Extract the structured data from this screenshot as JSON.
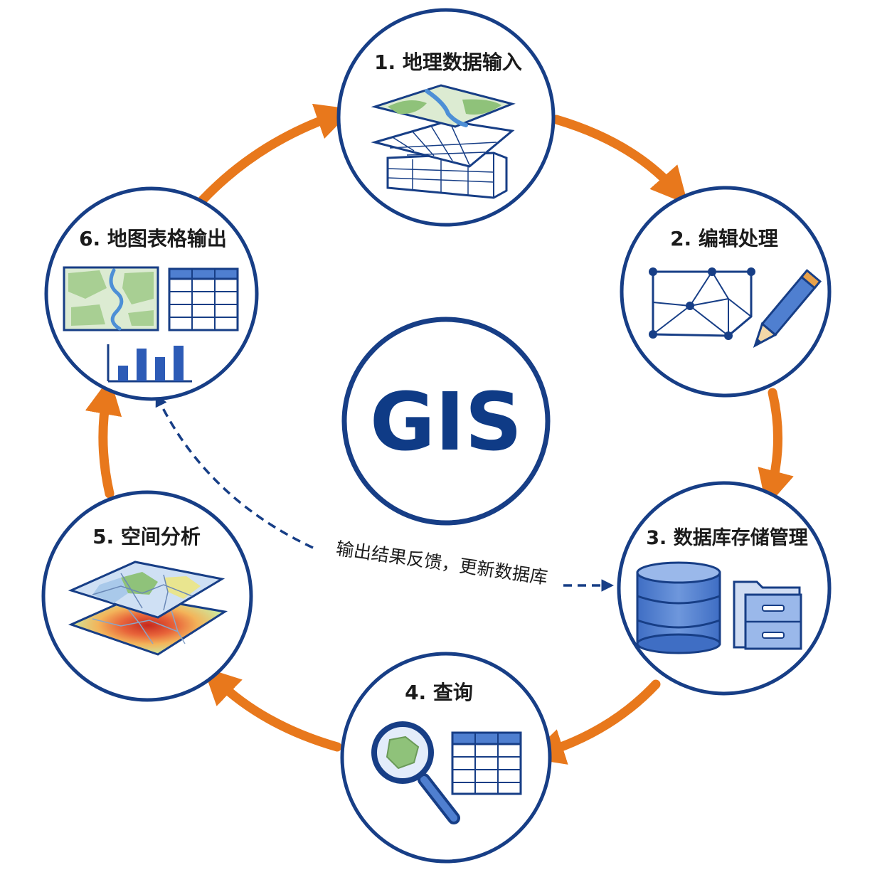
{
  "center": {
    "title": "GIS"
  },
  "steps": [
    {
      "id": "input",
      "label": "1. 地理数据输入",
      "icon": "layered-map-data-icon"
    },
    {
      "id": "edit",
      "label": "2. 编辑处理",
      "icon": "network-edit-pencil-icon"
    },
    {
      "id": "storage",
      "label": "3. 数据库存储管理",
      "icon": "database-cabinet-icon"
    },
    {
      "id": "query",
      "label": "4. 查询",
      "icon": "magnifier-table-icon"
    },
    {
      "id": "analysis",
      "label": "5. 空间分析",
      "icon": "heatmap-layers-icon"
    },
    {
      "id": "output",
      "label": "6. 地图表格输出",
      "icon": "map-table-chart-icon"
    }
  ],
  "feedback": {
    "label": "输出结果反馈，更新数据库"
  },
  "colors": {
    "ring": "#173e86",
    "cycle_arrow": "#e8781c",
    "feedback_arrow": "#173e86",
    "map_green": "#8fc27a",
    "map_light": "#dcebd2",
    "water": "#4d8fd6",
    "db_blue": "#4f7fd0"
  }
}
